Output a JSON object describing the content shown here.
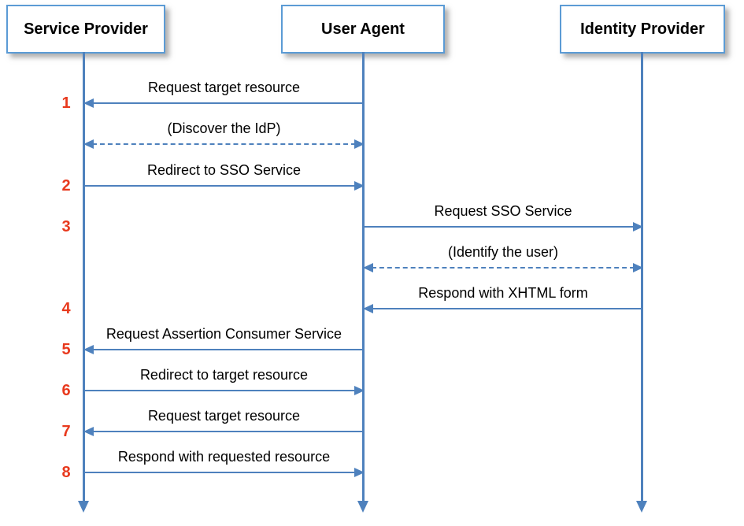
{
  "diagram": {
    "actors": [
      {
        "id": "service-provider",
        "label": "Service Provider"
      },
      {
        "id": "user-agent",
        "label": "User Agent"
      },
      {
        "id": "identity-provider",
        "label": "Identity Provider"
      }
    ],
    "messages": [
      {
        "num": "1",
        "label": "Request target resource",
        "from": "user-agent",
        "to": "service-provider",
        "line": "solid",
        "bidirectional": false
      },
      {
        "num": "",
        "label": "(Discover the IdP)",
        "from": "service-provider",
        "to": "user-agent",
        "line": "dashed",
        "bidirectional": true
      },
      {
        "num": "2",
        "label": "Redirect to SSO Service",
        "from": "service-provider",
        "to": "user-agent",
        "line": "solid",
        "bidirectional": false
      },
      {
        "num": "3",
        "label": "Request SSO Service",
        "from": "user-agent",
        "to": "identity-provider",
        "line": "solid",
        "bidirectional": false
      },
      {
        "num": "",
        "label": "(Identify the user)",
        "from": "user-agent",
        "to": "identity-provider",
        "line": "dashed",
        "bidirectional": true
      },
      {
        "num": "4",
        "label": "Respond with XHTML form",
        "from": "identity-provider",
        "to": "user-agent",
        "line": "solid",
        "bidirectional": false
      },
      {
        "num": "5",
        "label": "Request Assertion Consumer Service",
        "from": "user-agent",
        "to": "service-provider",
        "line": "solid",
        "bidirectional": false
      },
      {
        "num": "6",
        "label": "Redirect to target resource",
        "from": "service-provider",
        "to": "user-agent",
        "line": "solid",
        "bidirectional": false
      },
      {
        "num": "7",
        "label": "Request target resource",
        "from": "user-agent",
        "to": "service-provider",
        "line": "solid",
        "bidirectional": false
      },
      {
        "num": "8",
        "label": "Respond with requested resource",
        "from": "service-provider",
        "to": "user-agent",
        "line": "solid",
        "bidirectional": false
      }
    ],
    "colors": {
      "line": "#4e81bd",
      "box-border": "#5b9bd5",
      "number": "#e8391d",
      "text": "#000000"
    }
  }
}
